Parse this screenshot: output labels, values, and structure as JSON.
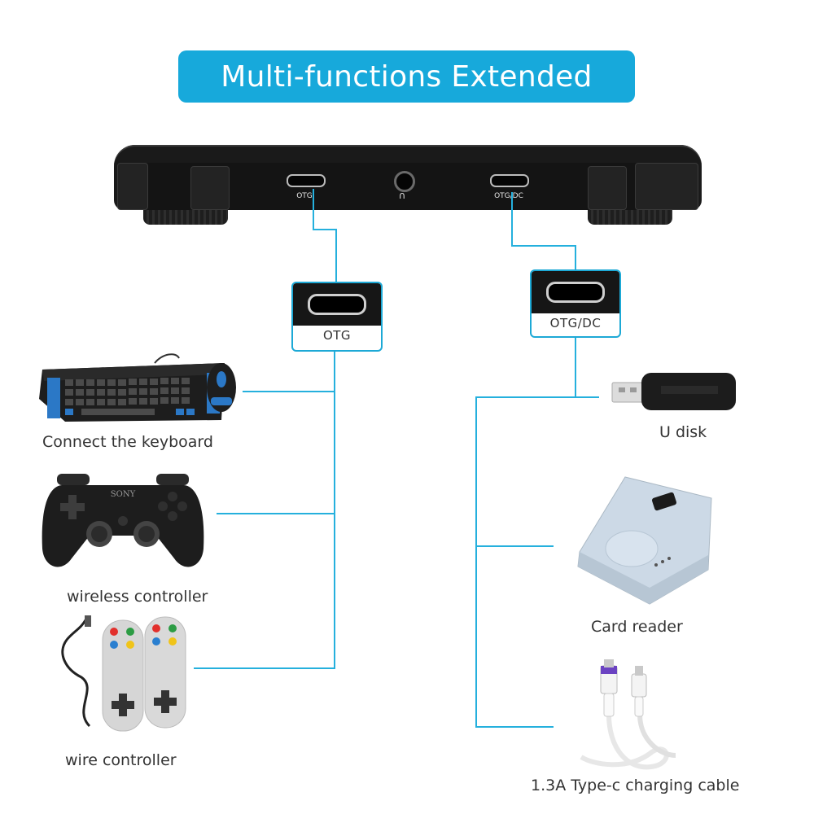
{
  "banner": {
    "title": "Multi-functions Extended"
  },
  "device": {
    "ports": [
      {
        "label": "OTG"
      },
      {
        "label": "OTG/DC"
      }
    ]
  },
  "callouts": {
    "left": {
      "label": "OTG"
    },
    "right": {
      "label": "OTG/DC"
    }
  },
  "accessories": {
    "keyboard": {
      "label": "Connect the keyboard"
    },
    "wireless_controller": {
      "label": "wireless controller",
      "brand": "SONY"
    },
    "wire_controller": {
      "label": "wire controller"
    },
    "u_disk": {
      "label": "U disk"
    },
    "card_reader": {
      "label": "Card reader"
    },
    "cable": {
      "label": "1.3A Type-c charging cable"
    }
  },
  "colors": {
    "accent": "#17a9db",
    "line": "#25b0dd",
    "device": "#1a1a1a"
  }
}
